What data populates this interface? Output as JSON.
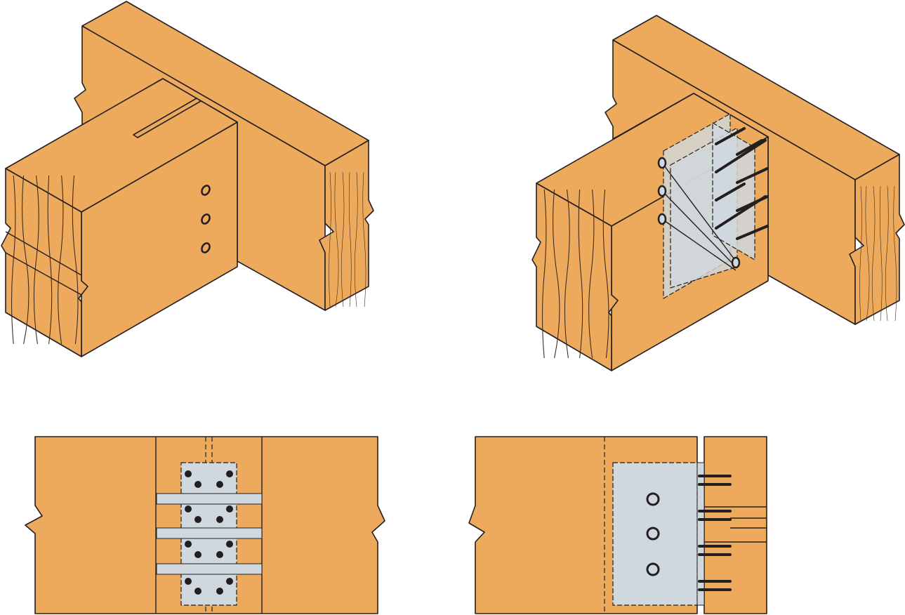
{
  "diagram": {
    "views": [
      {
        "id": "iso-before",
        "description_label": ""
      },
      {
        "id": "iso-installed",
        "description_label": ""
      },
      {
        "id": "plan-top",
        "description_label": ""
      },
      {
        "id": "plan-side",
        "description_label": ""
      }
    ],
    "colors": {
      "wood": "#EEAA5C",
      "plate": "#CFD8DF",
      "outline": "#231f20"
    },
    "fasteners": {
      "dowel_holes": 3,
      "screws_per_side": 8
    }
  }
}
